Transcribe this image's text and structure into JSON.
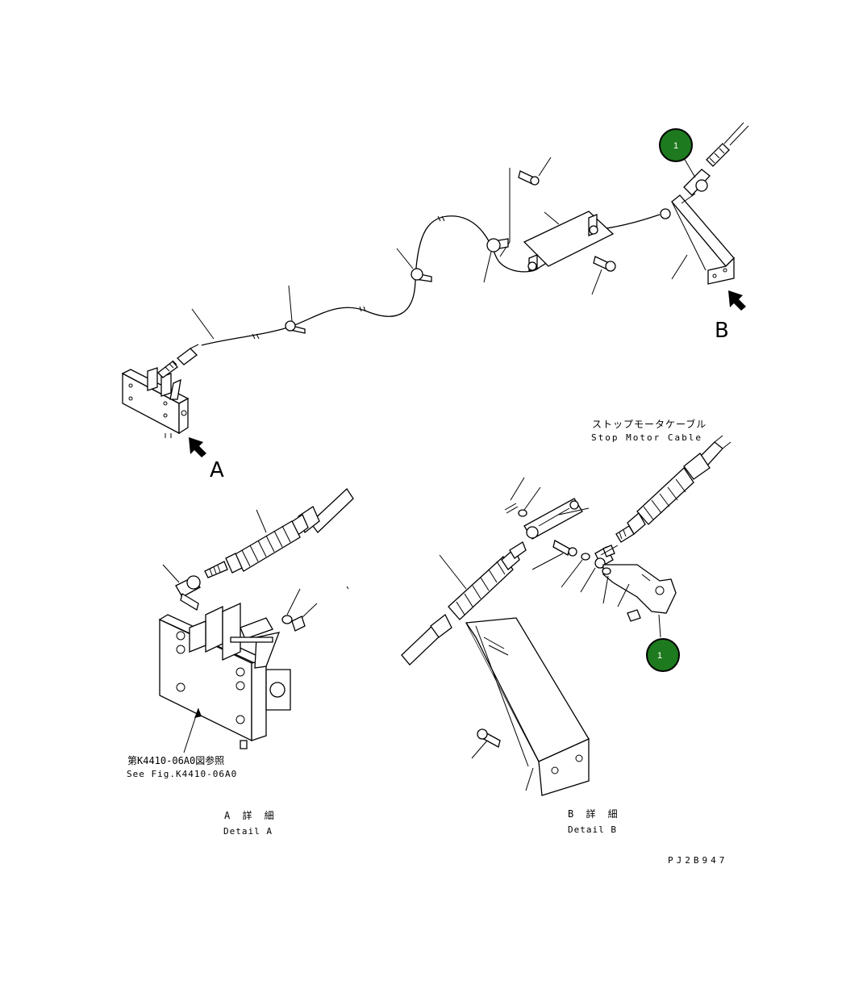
{
  "labels": {
    "view_a_letter": "A",
    "view_b_letter": "B",
    "cable_jp": "ストップモータケーブル",
    "cable_en": "Stop Motor Cable",
    "ref_jp": "第K4410-06A0図参照",
    "ref_en": "See Fig.K4410-06A0",
    "detail_a_jp": "A 詳 細",
    "detail_a_en": "Detail A",
    "detail_b_jp": "B 詳 細",
    "detail_b_en": "Detail B",
    "drawing_code": "PJ2B947"
  },
  "callouts": [
    {
      "number": "1"
    },
    {
      "number": "1"
    }
  ],
  "colors": {
    "badge_fill": "#1e7a1e",
    "badge_ring": "#000000",
    "line": "#000000",
    "background": "#ffffff"
  }
}
